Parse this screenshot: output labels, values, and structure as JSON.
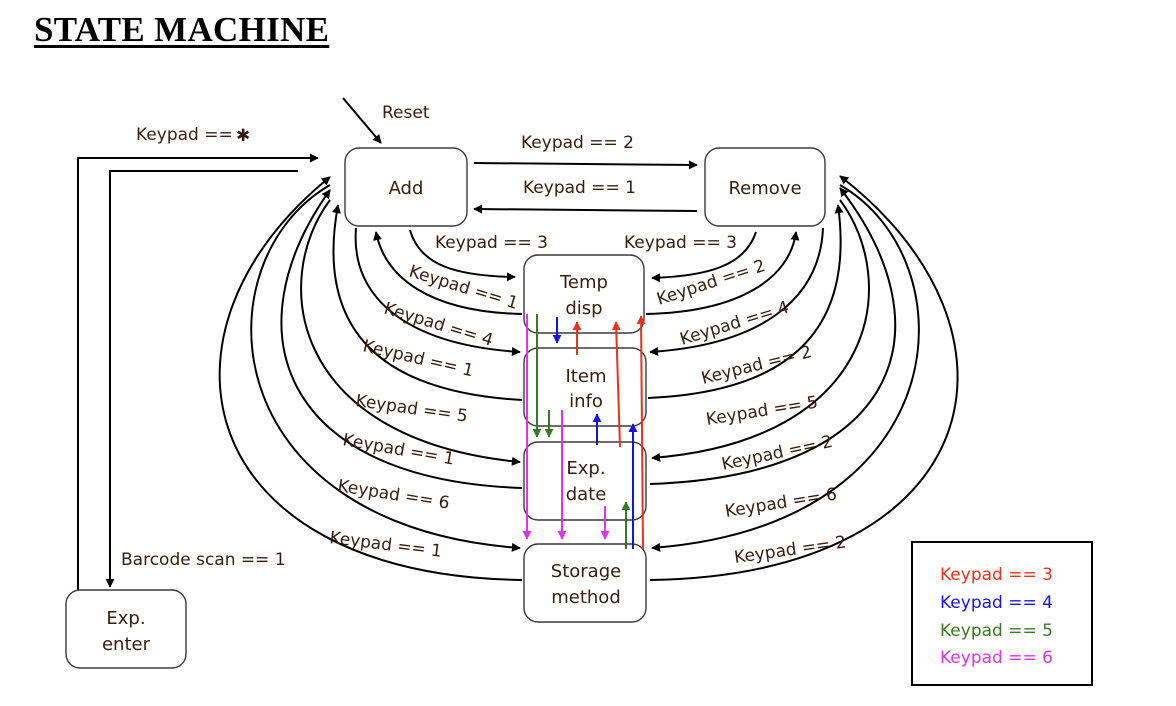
{
  "title": "STATE MACHINE",
  "states": {
    "add": [
      "Add"
    ],
    "remove": [
      "Remove"
    ],
    "temp_disp": [
      "Temp",
      "disp"
    ],
    "item_info": [
      "Item",
      "info"
    ],
    "exp_date": [
      "Exp.",
      "date"
    ],
    "storage_method": [
      "Storage",
      "method"
    ],
    "exp_enter": [
      "Exp.",
      "enter"
    ]
  },
  "edge_labels": {
    "reset": "Reset",
    "keypad_star": "Keypad ==",
    "star_glyph": "✱",
    "add_to_remove": "Keypad == 2",
    "remove_to_add": "Keypad == 1",
    "add_to_temp": "Keypad == 3",
    "remove_to_temp": "Keypad == 3",
    "temp_to_add": "Keypad == 1",
    "temp_to_remove": "Keypad == 2",
    "add_to_item": "Keypad == 4",
    "remove_to_item": "Keypad == 4",
    "item_to_add": "Keypad == 1",
    "item_to_remove": "Keypad == 2",
    "add_to_exp": "Keypad == 5",
    "remove_to_exp": "Keypad == 5",
    "exp_to_add": "Keypad == 1",
    "exp_to_remove": "Keypad == 2",
    "add_to_storage": "Keypad == 6",
    "remove_to_storage": "Keypad == 6",
    "storage_to_add": "Keypad == 1",
    "storage_to_remove": "Keypad == 2",
    "barcode": "Barcode scan == 1"
  },
  "legend": [
    {
      "label": "Keypad == 3",
      "color": "#e8331c"
    },
    {
      "label": "Keypad == 4",
      "color": "#1414e6"
    },
    {
      "label": "Keypad == 5",
      "color": "#3a7a22"
    },
    {
      "label": "Keypad == 6",
      "color": "#e032e6"
    }
  ],
  "colors": {
    "red": "#e8331c",
    "blue": "#1414e6",
    "green": "#3a7a22",
    "magenta": "#e032e6",
    "text": "#3a1c0c"
  }
}
